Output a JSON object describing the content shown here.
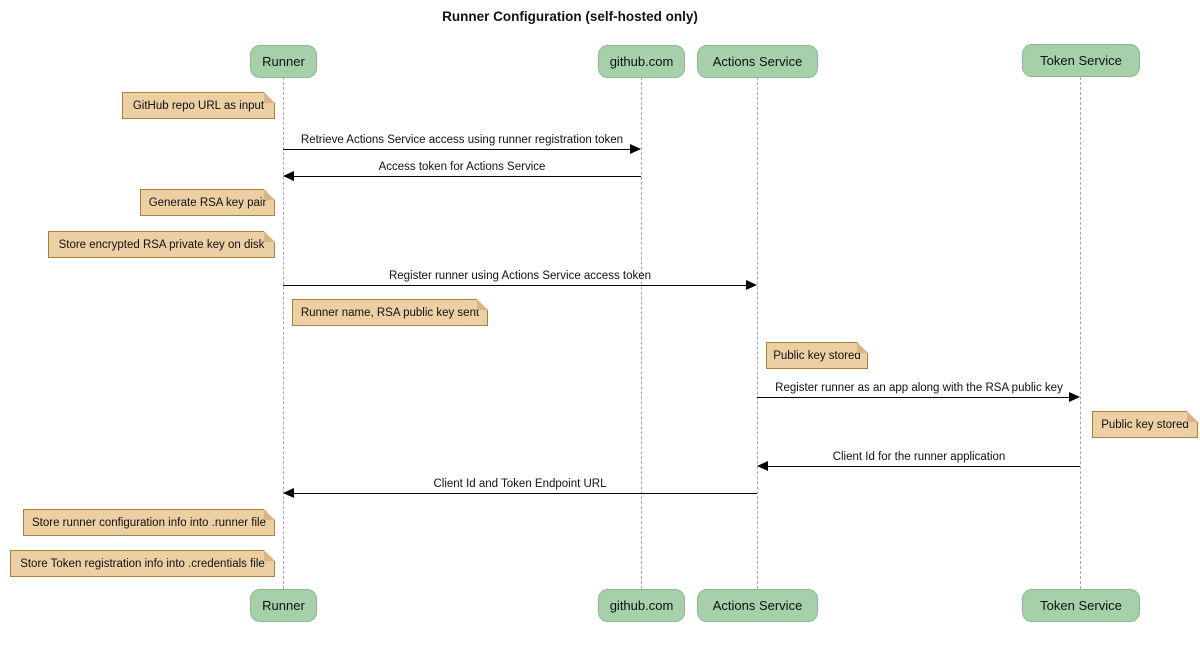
{
  "title": "Runner Configuration (self-hosted only)",
  "diagram_type": "sequence-diagram",
  "participants": [
    {
      "label": "Runner"
    },
    {
      "label": "github.com"
    },
    {
      "label": "Actions Service"
    },
    {
      "label": "Token Service"
    }
  ],
  "messages": [
    {
      "from": "Runner",
      "to": "github.com",
      "direction": "right",
      "label": "Retrieve Actions Service access using runner registration token"
    },
    {
      "from": "github.com",
      "to": "Runner",
      "direction": "left",
      "label": "Access token for Actions Service"
    },
    {
      "from": "Runner",
      "to": "Actions Service",
      "direction": "right",
      "label": "Register runner using Actions Service access token"
    },
    {
      "from": "Actions Service",
      "to": "Token Service",
      "direction": "right",
      "label": "Register runner as an app along with the RSA public key"
    },
    {
      "from": "Token Service",
      "to": "Actions Service",
      "direction": "left",
      "label": "Client Id for the runner application"
    },
    {
      "from": "Actions Service",
      "to": "Runner",
      "direction": "left",
      "label": "Client Id and Token Endpoint URL"
    }
  ],
  "notes": [
    {
      "attached_to": "Runner",
      "side": "left",
      "text": "GitHub repo URL as input"
    },
    {
      "attached_to": "Runner",
      "side": "left",
      "text": "Generate RSA key pair"
    },
    {
      "attached_to": "Runner",
      "side": "left",
      "text": "Store encrypted RSA private key on disk"
    },
    {
      "attached_to": "Runner",
      "side": "right",
      "text": "Runner name, RSA public key sent"
    },
    {
      "attached_to": "Actions Service",
      "side": "right",
      "text": "Public key stored"
    },
    {
      "attached_to": "Token Service",
      "side": "right",
      "text": "Public key stored"
    },
    {
      "attached_to": "Runner",
      "side": "left",
      "text": "Store runner configuration info into .runner file"
    },
    {
      "attached_to": "Runner",
      "side": "left",
      "text": "Store Token registration info into .credentials file"
    }
  ],
  "colors": {
    "participant_fill": "#a5d0a9",
    "participant_border": "#8cb791",
    "note_fill": "#edcfa4",
    "note_border": "#a8813e",
    "note_fold": "#d9b47f",
    "lifeline": "#a6a6a6",
    "arrow": "#000000",
    "background": "#ffffff",
    "text": "#101010"
  }
}
